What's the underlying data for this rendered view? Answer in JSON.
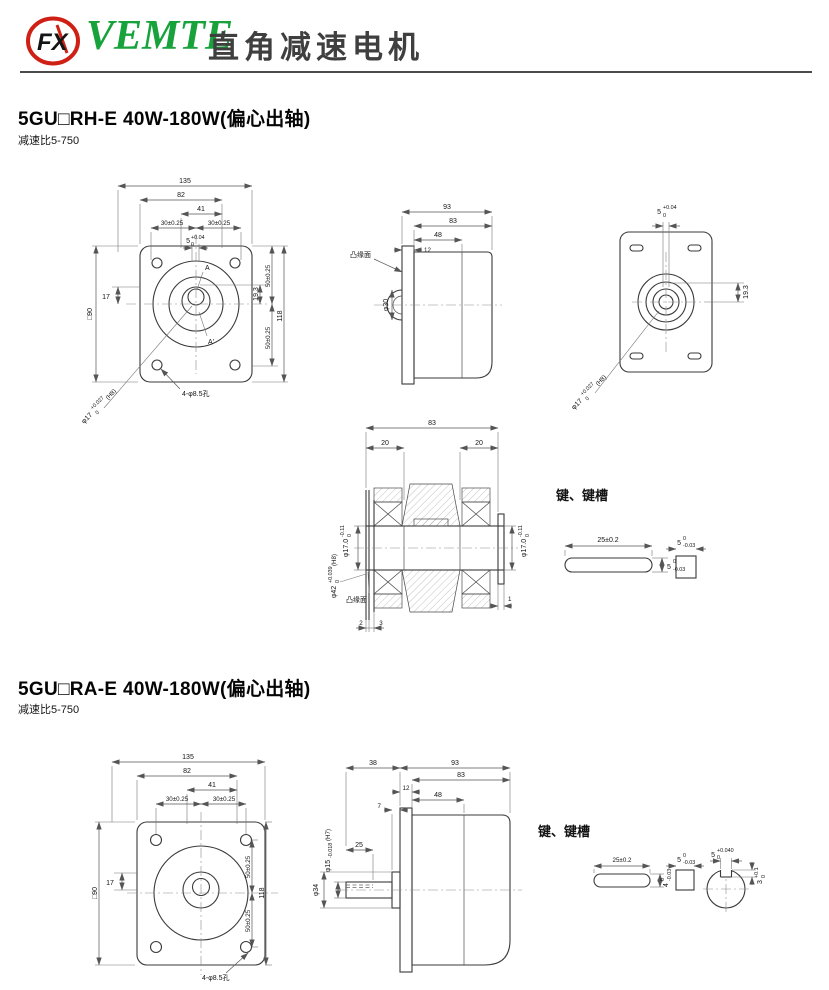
{
  "header": {
    "logo_text": "FX",
    "brand": "VEMTE",
    "subtitle": "直角减速电机"
  },
  "s1": {
    "title": "5GU□RH-E 40W-180W(偏心出轴)",
    "ratio": "减速比5-750",
    "front": {
      "d135": "135",
      "d82": "82",
      "d41": "41",
      "d30a": "30±0.25",
      "d30b": "30±0.25",
      "d5": "5",
      "d5_sup": "+0.04",
      "d5_sub": "0",
      "d17": "17",
      "d90": "□90",
      "d19": "19.3",
      "d50a": "50±0.25",
      "d118": "118",
      "d50b": "50±0.25",
      "a": "A",
      "a2": "A'",
      "holes": "4-φ8.5孔",
      "shaft": "φ17",
      "shaft_sup": "+0.027",
      "shaft_sub": "0",
      "shaft_fit": "(H8)"
    },
    "side": {
      "d93": "93",
      "d83": "83",
      "d48": "48",
      "d12": "12",
      "flange": "凸缘面",
      "d30": "φ30"
    },
    "rear": {
      "d5": "5",
      "d5_sup": "+0.04",
      "d5_sub": "0",
      "d19": "19.3",
      "shaft": "φ17",
      "shaft_sup": "+0.027",
      "shaft_sub": "0",
      "shaft_fit": "(H8)"
    },
    "sec": {
      "d83": "83",
      "d20a": "20",
      "d20b": "20",
      "dl": "φ17.0",
      "dl_sup": "-0.11",
      "dl_sub": "0",
      "dr": "φ17.0",
      "dr_sup": "-0.11",
      "dr_sub": "0",
      "hub": "φ42",
      "hub_sup": "+0.039",
      "hub_sub": "0",
      "hub_fit": "(H8)",
      "flange": "凸缘面",
      "d2": "2",
      "d3": "3",
      "d1": "1"
    },
    "key": {
      "title": "键、键槽",
      "len": "25±0.2",
      "depth": "5",
      "depth_sup": "0",
      "depth_sub": "-0.03",
      "kw": "5",
      "kw_sup": "0",
      "kw_sub": "-0.03"
    }
  },
  "s2": {
    "title": "5GU□RA-E 40W-180W(偏心出轴)",
    "ratio": "减速比5-750",
    "front": {
      "d135": "135",
      "d82": "82",
      "d41": "41",
      "d30a": "30±0.25",
      "d30b": "30±0.25",
      "d17": "17",
      "d90": "□90",
      "d50a": "50±0.25",
      "d118": "118",
      "d50b": "50±0.25",
      "holes": "4-φ8.5孔"
    },
    "side": {
      "d38": "38",
      "d93": "93",
      "d83": "83",
      "d12": "12",
      "d7": "7",
      "d48": "48",
      "d25": "25",
      "shaft": "φ15",
      "shaft_tol": "-0.018",
      "shaft_fit": "(H7)",
      "d34": "φ34"
    },
    "key": {
      "title": "键、键槽",
      "len": "25±0.2",
      "depth": "4",
      "depth_sup": "0",
      "depth_sub": "-0.03",
      "kw": "5",
      "kw_sup": "0",
      "kw_sub": "-0.03",
      "slot_w": "5",
      "slot_w_sup": "+0.040",
      "slot_w_sub": "0",
      "slot_d": "3",
      "slot_d_sup": "+0.1",
      "slot_d_sub": "0"
    }
  }
}
